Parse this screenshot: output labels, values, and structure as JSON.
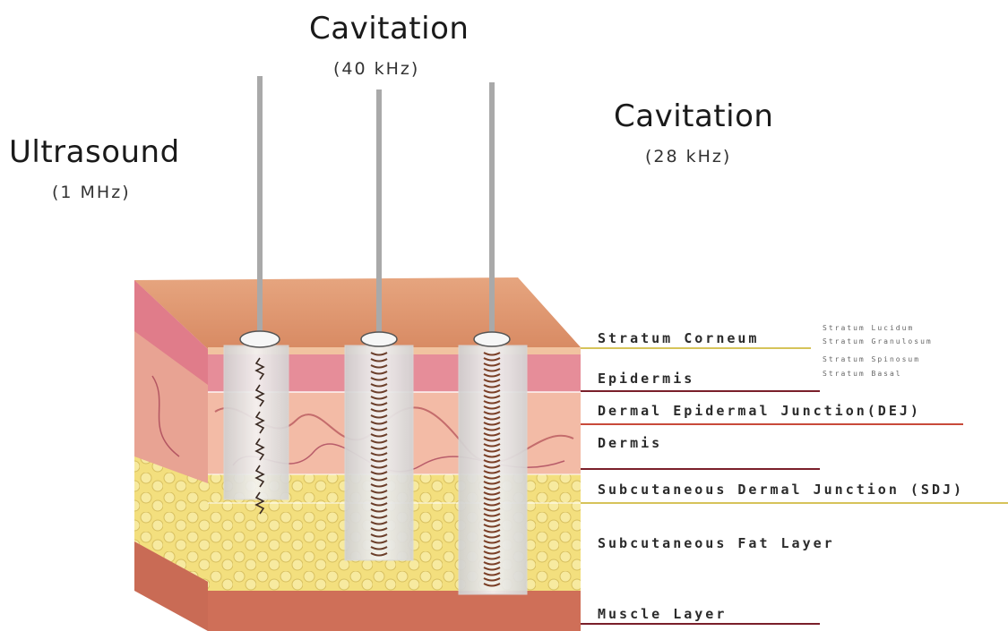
{
  "transducers": [
    {
      "name": "Ultrasound",
      "frequency": "(1 MHz)"
    },
    {
      "name": "Cavitation",
      "frequency": "(40 kHz)"
    },
    {
      "name": "Cavitation",
      "frequency": "(28 kHz)"
    }
  ],
  "layers": {
    "stratum_corneum": "Stratum Corneum",
    "epidermis": "Epidermis",
    "dej": "Dermal Epidermal Junction(DEJ)",
    "dermis": "Dermis",
    "sdj": "Subcutaneous Dermal Junction (SDJ)",
    "fat": "Subcutaneous Fat Layer",
    "muscle": "Muscle Layer"
  },
  "epidermis_sublayers": [
    "Stratum Lucidum",
    "Stratum Granulosum",
    "Stratum Spinosum",
    "Stratum Basal"
  ],
  "colors": {
    "skin_top": "#d98a66",
    "epidermis": "#e8909a",
    "dermis": "#f2b9a8",
    "fat": "#f0e08a",
    "muscle": "#c95f4a",
    "probe": "#bdbdbd",
    "line_yellow": "#d6c35a",
    "line_red": "#b03030",
    "line_dark": "#7a1f2a"
  }
}
